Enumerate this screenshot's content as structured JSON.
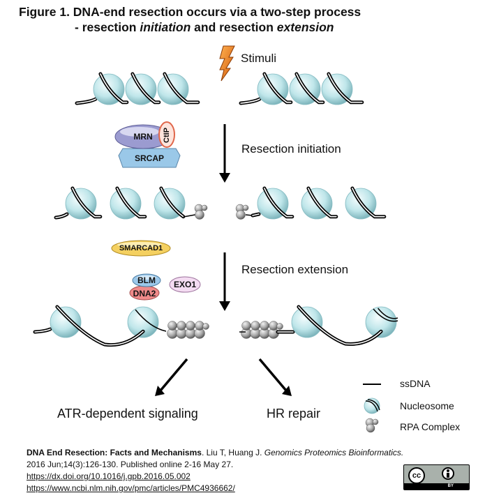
{
  "title": {
    "line1": "Figure 1. DNA-end resection occurs via a two-step process",
    "line2_prefix": "- resection ",
    "line2_italic1": "initiation",
    "line2_middle": " and resection ",
    "line2_italic2": "extension"
  },
  "stimuli_label": "Stimuli",
  "steps": {
    "initiation_label": "Resection initiation",
    "extension_label": "Resection extension"
  },
  "proteins": {
    "mrn": "MRN",
    "ctip": "CtIP",
    "srcap": "SRCAP",
    "smarcad1": "SMARCAD1",
    "blm": "BLM",
    "dna2": "DNA2",
    "exo1": "EXO1"
  },
  "outcomes": {
    "left": "ATR-dependent signaling",
    "right": "HR repair"
  },
  "legend": {
    "items": [
      {
        "icon": "ssdna-line-icon",
        "label": "ssDNA"
      },
      {
        "icon": "nucleosome-icon",
        "label": "Nucleosome"
      },
      {
        "icon": "rpa-complex-icon",
        "label": "RPA Complex"
      }
    ]
  },
  "citation": {
    "article_title": "DNA End Resection: Facts and Mechanisms",
    "authors": ". Liu T, Huang J. ",
    "journal": "Genomics Proteomics Bioinformatics.",
    "details": "2016 Jun;14(3):126-130. Published online 2-16 May 27.",
    "doi_link": "https://dx.doi.org/10.1016/j.gpb.2016.05.002",
    "pmc_link": "https://www.ncbi.nlm.nih.gov/pmc/articles/PMC4936662/"
  },
  "license": {
    "cc_text": "cc",
    "by_text": "BY"
  },
  "colors": {
    "nucleosome": "#bfe6ea",
    "lightning": "#f07a1a",
    "mrn": "#9b9bd0",
    "ctip": "#f2a08a",
    "srcap": "#9ac8e8",
    "smarcad1": "#f4d060",
    "blm": "#9cc8ea",
    "dna2": "#ef8a8a",
    "exo1": "#ecc6ea",
    "rpa": "#a8a8a8"
  }
}
